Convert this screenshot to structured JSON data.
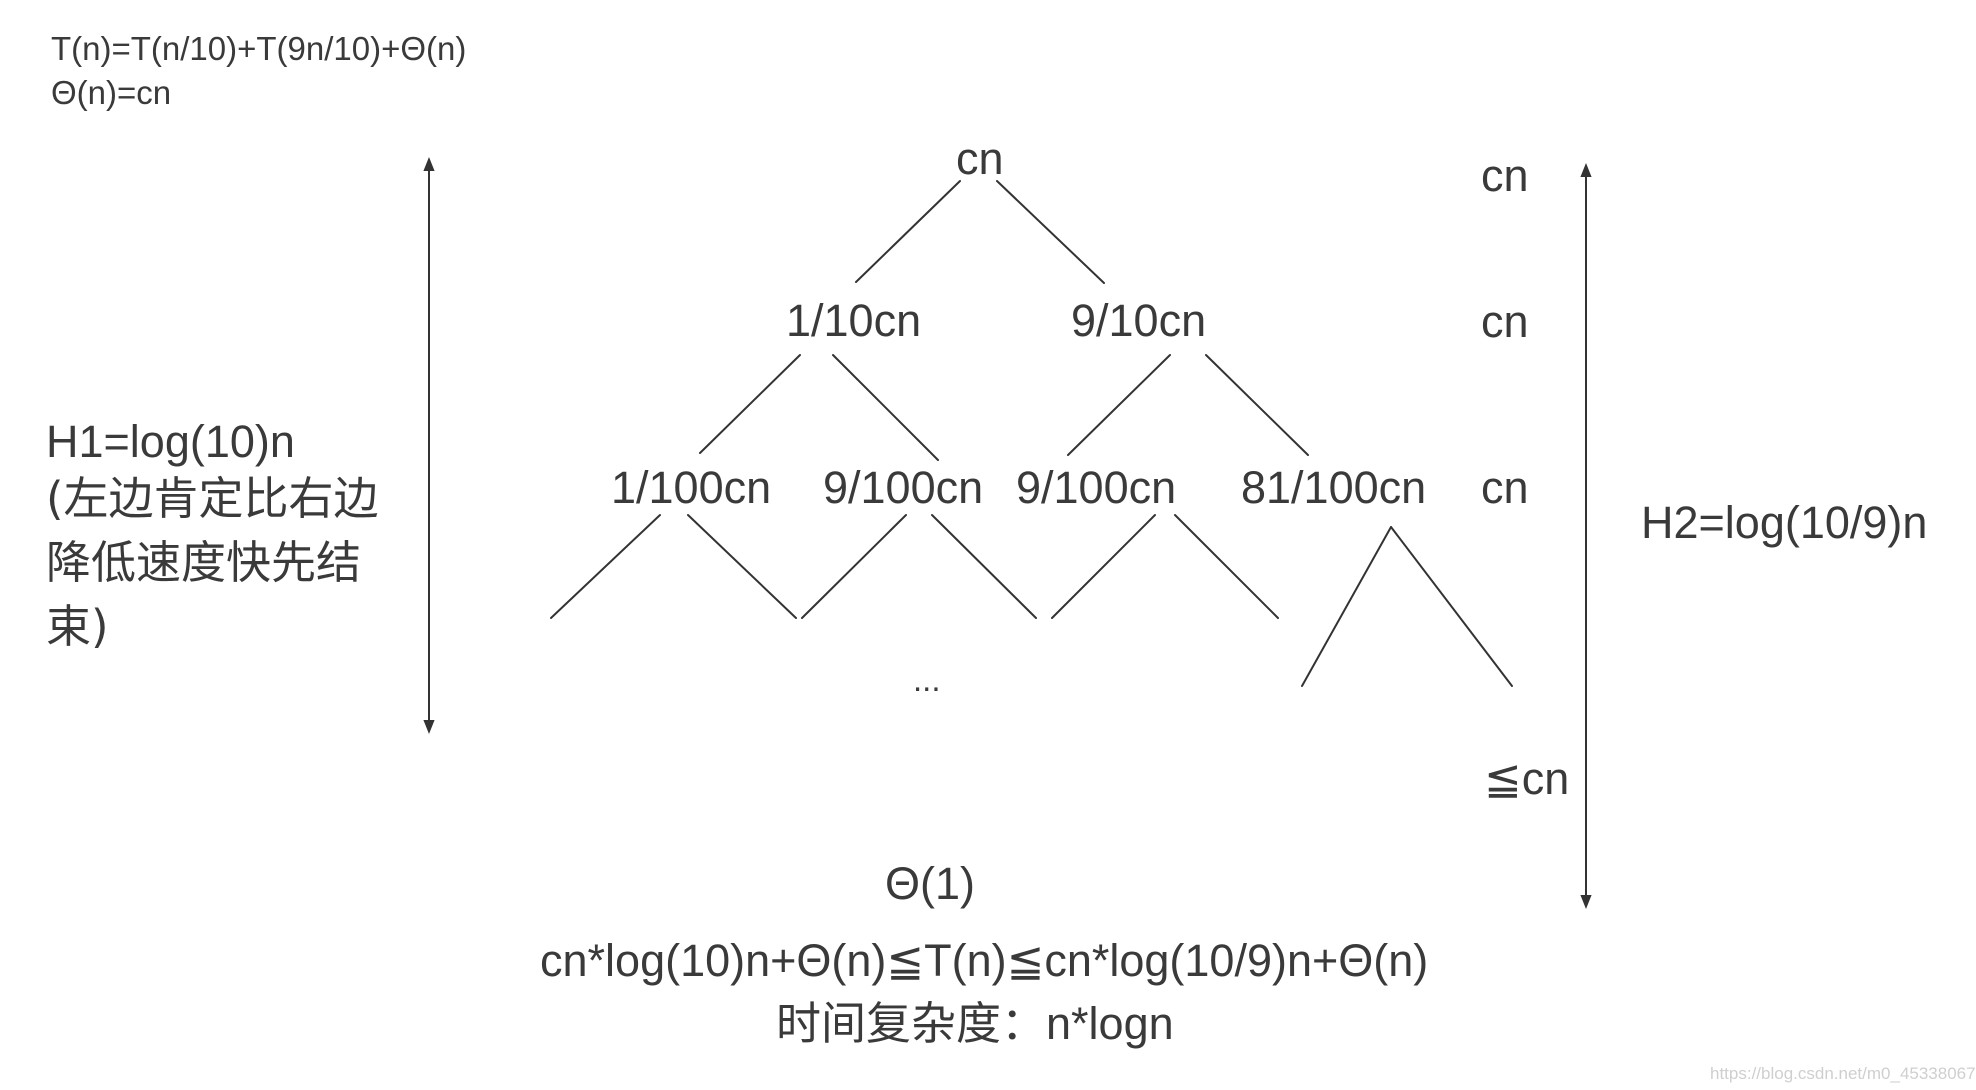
{
  "formulas": {
    "recurrence": "T(n)=T(n/10)+T(9n/10)+Θ(n)",
    "theta_def": "Θ(n)=cn"
  },
  "tree": {
    "root": "cn",
    "level1": [
      "1/10cn",
      "9/10cn"
    ],
    "level2": [
      "1/100cn",
      "9/100cn",
      "9/100cn",
      "81/100cn"
    ],
    "ellipsis": "...",
    "leaf": "Θ(1)"
  },
  "level_costs": [
    "cn",
    "cn",
    "cn",
    "≦cn"
  ],
  "heights": {
    "h1_label": "H1=log(10)n",
    "h1_note": "(左边肯定比右边降低速度快先结束)",
    "h2_label": "H2=log(10/9)n"
  },
  "conclusion": {
    "bound": "cn*log(10)n+Θ(n)≦T(n)≦cn*log(10/9)n+Θ(n)",
    "complexity": "时间复杂度：n*logn"
  },
  "watermark": "https://blog.csdn.net/m0_45338067",
  "colors": {
    "text": "#3a3a3a",
    "line": "#333333",
    "watermark": "#cfcfcf"
  }
}
